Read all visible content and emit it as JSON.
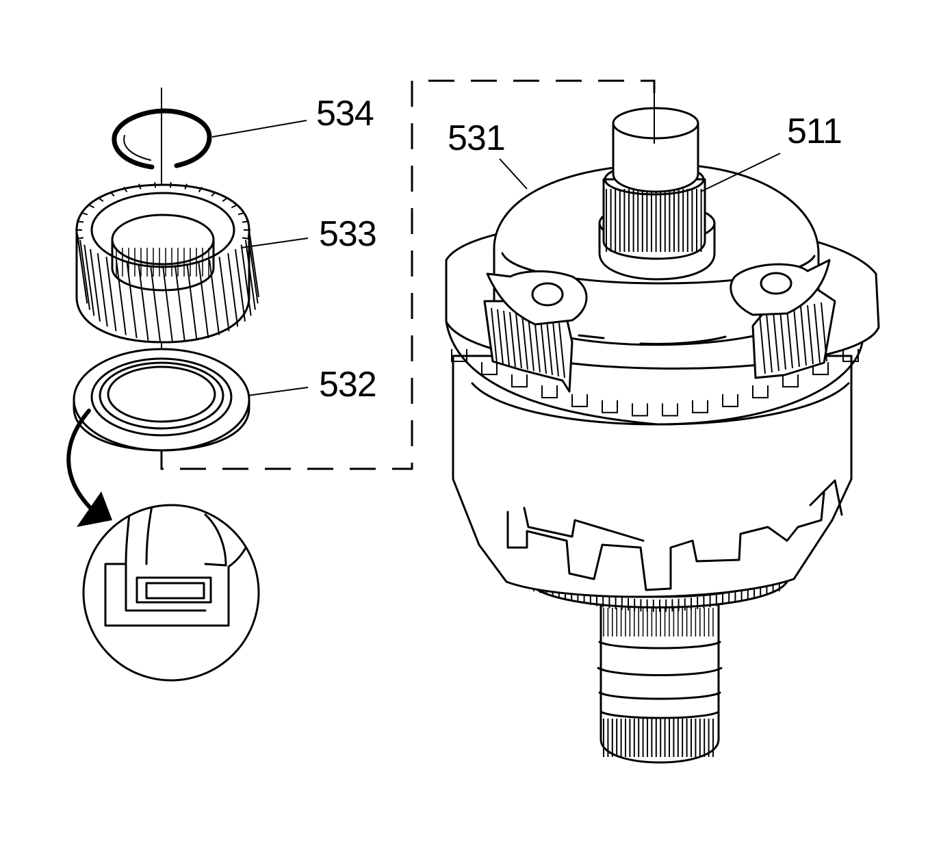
{
  "callouts": {
    "c534": "534",
    "c533": "533",
    "c532": "532",
    "c531": "531",
    "c511": "511"
  },
  "colors": {
    "line": "#000000",
    "background": "#ffffff"
  },
  "icons": {
    "detail_arrow": "curved-arrow-icon",
    "detail_view": "magnified-detail-icon"
  }
}
